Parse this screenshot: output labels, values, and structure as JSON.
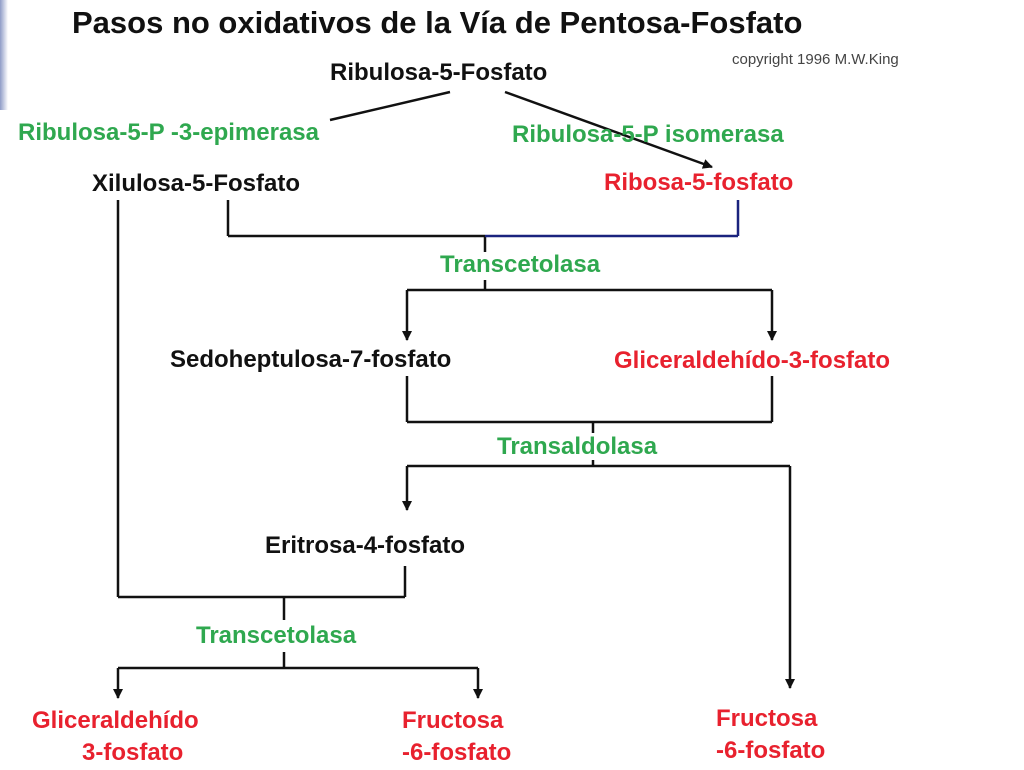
{
  "title": "Pasos no oxidativos de la Vía de Pentosa-Fosfato",
  "copyright": "copyright 1996 M.W.King",
  "nodes": {
    "ribulose5p": "Ribulosa-5-Fosfato",
    "xylulose5p": "Xilulosa-5-Fosfato",
    "ribose5p": "Ribosa-5-fosfato",
    "sedoheptulose7p": "Sedoheptulosa-7-fosfato",
    "glyceraldehyde3p_top": "Gliceraldehído-3-fosfato",
    "erythrose4p": "Eritrosa-4-fosfato",
    "glyceraldehyde_bottom_line1": "Gliceraldehído",
    "glyceraldehyde_bottom_line2": "3-fosfato",
    "fructose6p_a_line1": "Fructosa",
    "fructose6p_a_line2": "-6-fosfato",
    "fructose6p_b_line1": "Fructosa",
    "fructose6p_b_line2": "-6-fosfato"
  },
  "enzymes": {
    "epimerase": "Ribulosa-5-P -3-epimerasa",
    "isomerase": "Ribulosa-5-P isomerasa",
    "transketolase_1": "Transcetolasa",
    "transaldolase": "Transaldolasa",
    "transketolase_2": "Transcetolasa"
  },
  "colors": {
    "enzyme": "#2fa84f",
    "product": "#e8212e",
    "metabolite": "#111111",
    "connector": "#111111",
    "ribose_connector": "#1a237e"
  }
}
